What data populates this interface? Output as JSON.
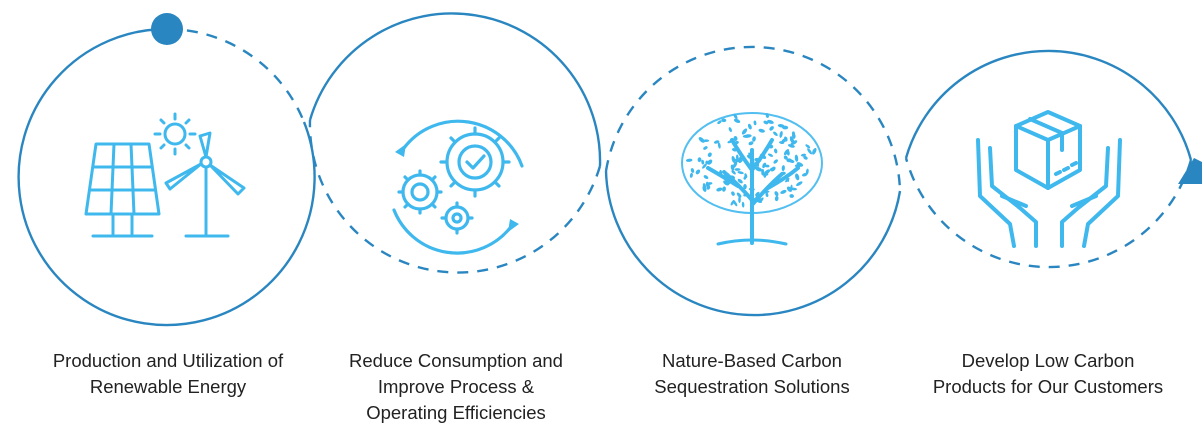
{
  "colors": {
    "ring": "#2a86c0",
    "icon": "#3fb8ee",
    "text": "#222222"
  },
  "steps": [
    {
      "icon": "solar-wind-icon",
      "lines": [
        "Production and Utilization of",
        "Renewable Energy"
      ]
    },
    {
      "icon": "gears-cycle-icon",
      "lines": [
        "Reduce Consumption and",
        "Improve Process &",
        "Operating Efficiencies"
      ]
    },
    {
      "icon": "tree-icon",
      "lines": [
        "Nature-Based Carbon",
        "Sequestration Solutions"
      ]
    },
    {
      "icon": "hands-box-icon",
      "lines": [
        "Develop Low Carbon",
        "Products for Our Customers"
      ]
    }
  ]
}
